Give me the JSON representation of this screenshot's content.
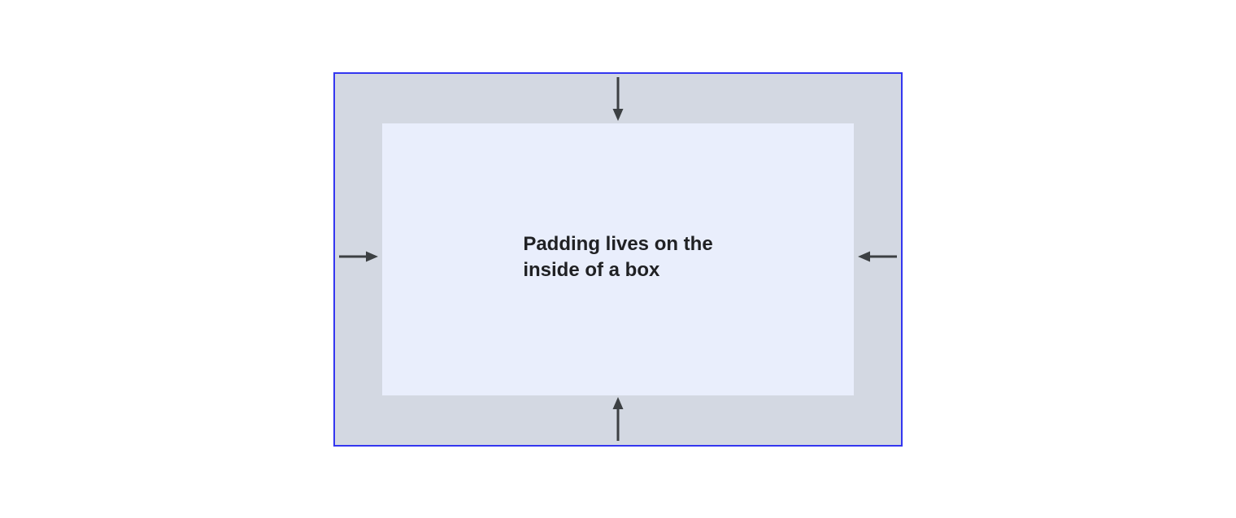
{
  "diagram": {
    "label_lines": [
      "Padding lives on the",
      "inside of a box"
    ],
    "arrows": [
      {
        "name": "top",
        "direction": "down"
      },
      {
        "name": "right",
        "direction": "left"
      },
      {
        "name": "bottom",
        "direction": "up"
      },
      {
        "name": "left",
        "direction": "right"
      }
    ]
  },
  "colors": {
    "page_bg": "#ffffff",
    "box_border": "#3336f0",
    "padding_area_bg": "#d3d8e2",
    "content_box_bg": "#e9eefc",
    "arrow": "#3c4043",
    "text": "#202124"
  }
}
